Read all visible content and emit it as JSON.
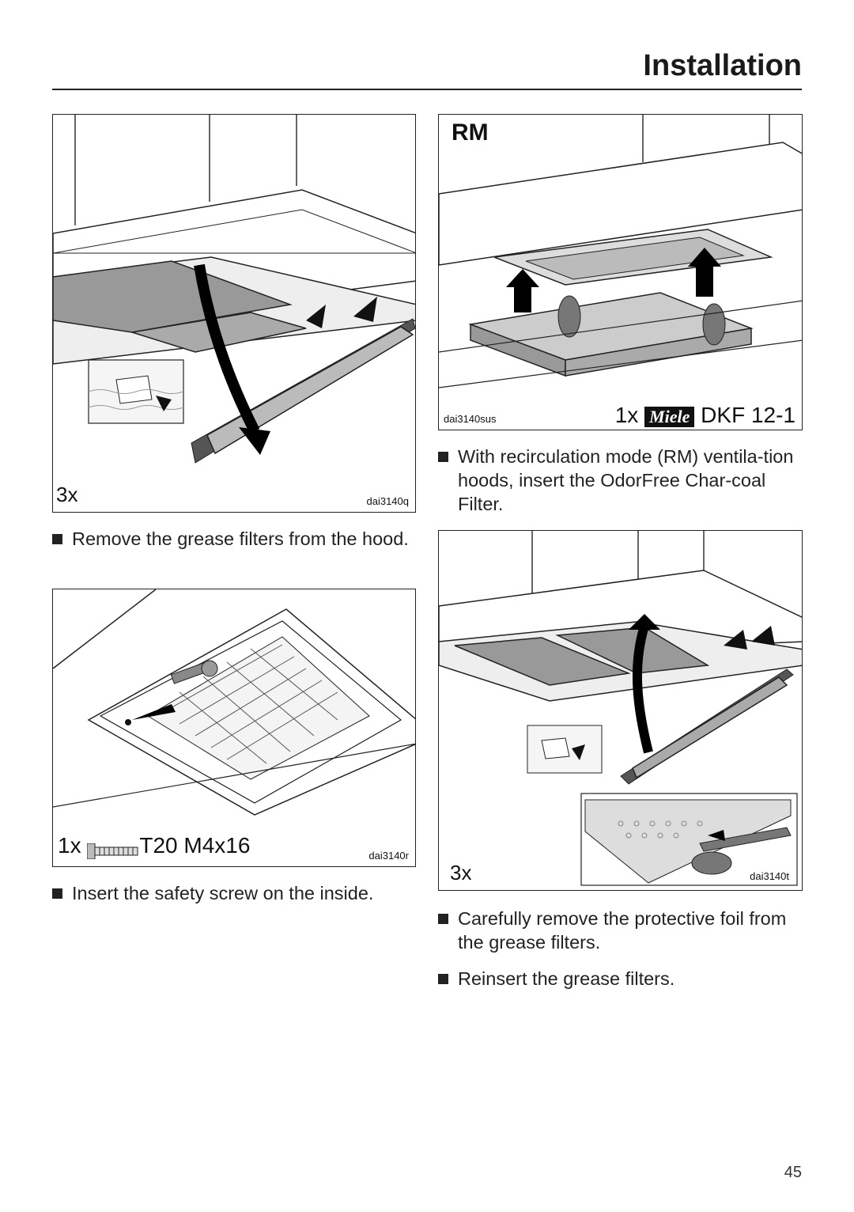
{
  "header": {
    "title": "Installation"
  },
  "figures": {
    "fig1": {
      "quantity": "3x",
      "code": "dai3140q"
    },
    "fig2": {
      "mode": "RM",
      "code": "dai3140sus",
      "quantity": "1x",
      "brand": "Miele",
      "model": "DKF 12-1"
    },
    "fig3": {
      "quantity": "1x",
      "screw": "T20 M4x16",
      "code": "dai3140r"
    },
    "fig4": {
      "quantity": "3x",
      "code": "dai3140t"
    }
  },
  "instructions": {
    "remove_filters": "Remove the grease filters from the hood.",
    "insert_charcoal": "With recirculation mode (RM) ventila-tion hoods, insert the OdorFree Char-coal Filter.",
    "safety_screw": "Insert the safety screw on the inside.",
    "remove_foil": "Carefully remove the protective foil from the grease filters.",
    "reinsert": "Reinsert the grease filters."
  },
  "page_number": "45"
}
